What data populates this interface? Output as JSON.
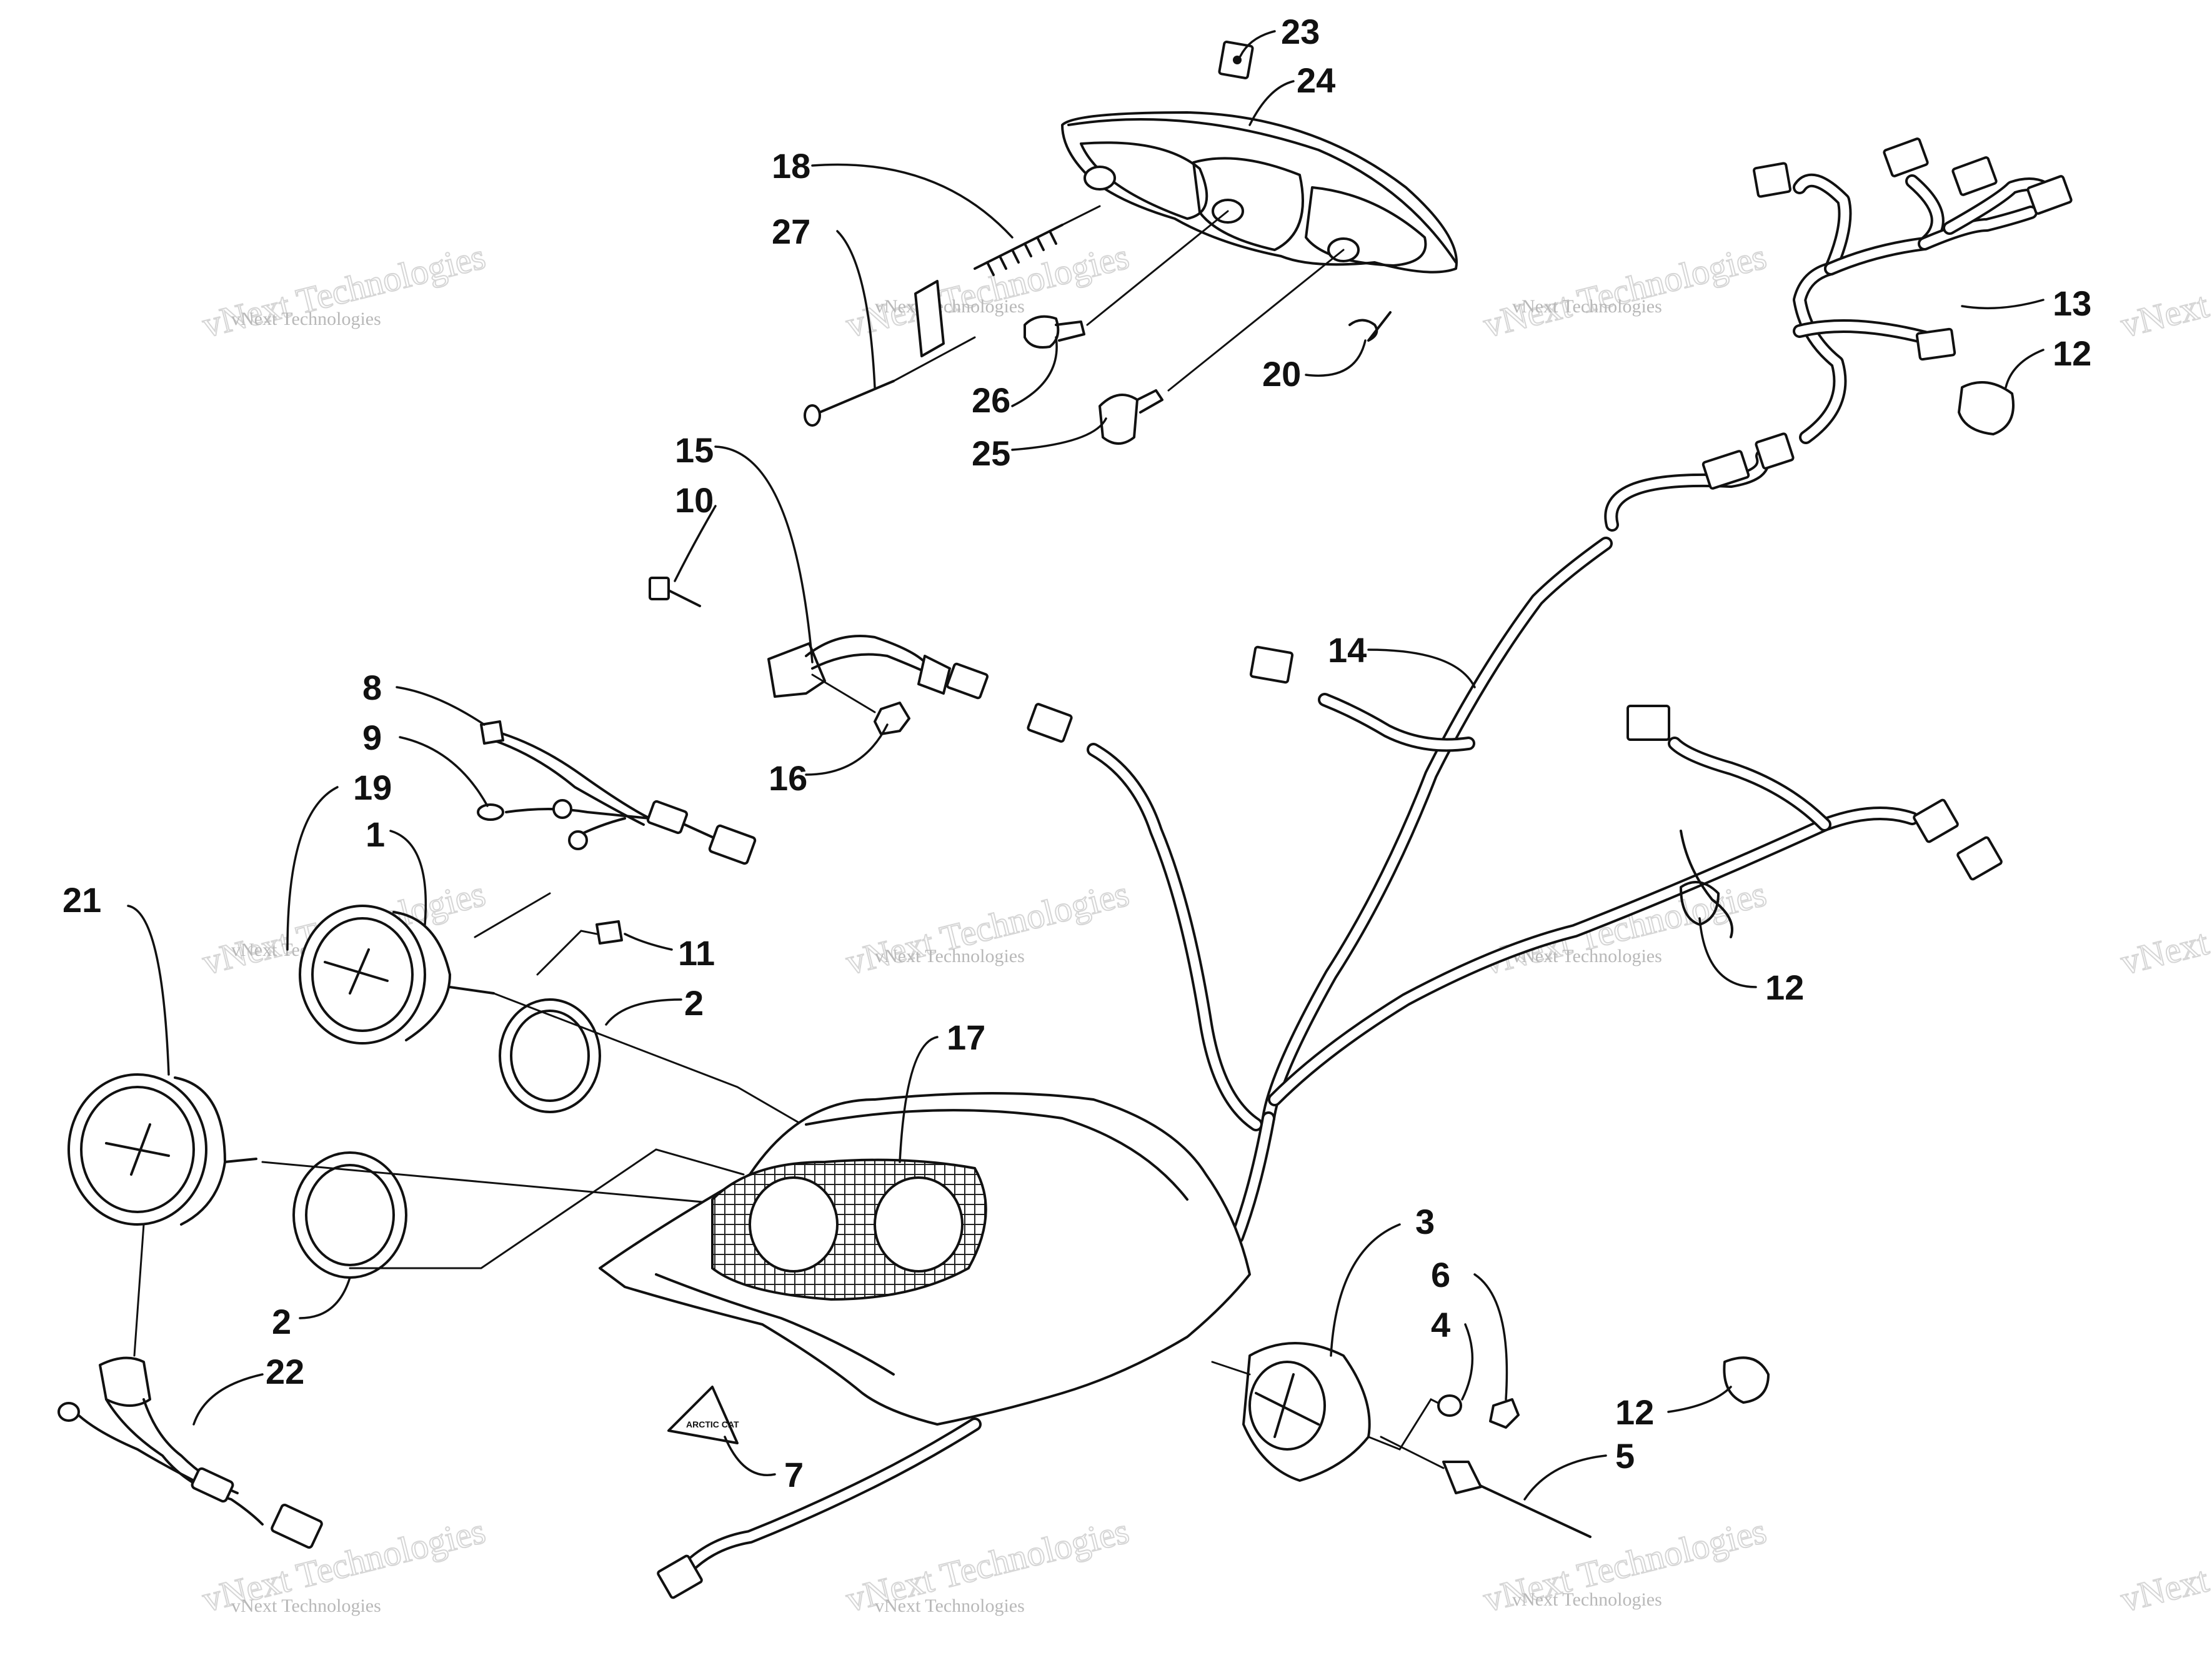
{
  "diagram": {
    "callouts": [
      {
        "id": "c23",
        "label": "23"
      },
      {
        "id": "c24",
        "label": "24"
      },
      {
        "id": "c18",
        "label": "18"
      },
      {
        "id": "c27",
        "label": "27"
      },
      {
        "id": "c26",
        "label": "26"
      },
      {
        "id": "c25",
        "label": "25"
      },
      {
        "id": "c20",
        "label": "20"
      },
      {
        "id": "c13",
        "label": "13"
      },
      {
        "id": "c12a",
        "label": "12"
      },
      {
        "id": "c15",
        "label": "15"
      },
      {
        "id": "c10",
        "label": "10"
      },
      {
        "id": "c16",
        "label": "16"
      },
      {
        "id": "c14",
        "label": "14"
      },
      {
        "id": "c8",
        "label": "8"
      },
      {
        "id": "c9",
        "label": "9"
      },
      {
        "id": "c19",
        "label": "19"
      },
      {
        "id": "c1",
        "label": "1"
      },
      {
        "id": "c21",
        "label": "21"
      },
      {
        "id": "c11",
        "label": "11"
      },
      {
        "id": "c2a",
        "label": "2"
      },
      {
        "id": "c17",
        "label": "17"
      },
      {
        "id": "c12b",
        "label": "12"
      },
      {
        "id": "c2b",
        "label": "2"
      },
      {
        "id": "c22",
        "label": "22"
      },
      {
        "id": "c3",
        "label": "3"
      },
      {
        "id": "c6",
        "label": "6"
      },
      {
        "id": "c4",
        "label": "4"
      },
      {
        "id": "c12c",
        "label": "12"
      },
      {
        "id": "c5",
        "label": "5"
      },
      {
        "id": "c7",
        "label": "7"
      }
    ],
    "decal_text": "ARCTIC CAT"
  },
  "watermark": {
    "line_small": "vNext Technologies",
    "line_large": "vNext Technologies"
  },
  "colors": {
    "ink": "#111111",
    "watermark": "#b8b8b8",
    "background": "#ffffff"
  }
}
